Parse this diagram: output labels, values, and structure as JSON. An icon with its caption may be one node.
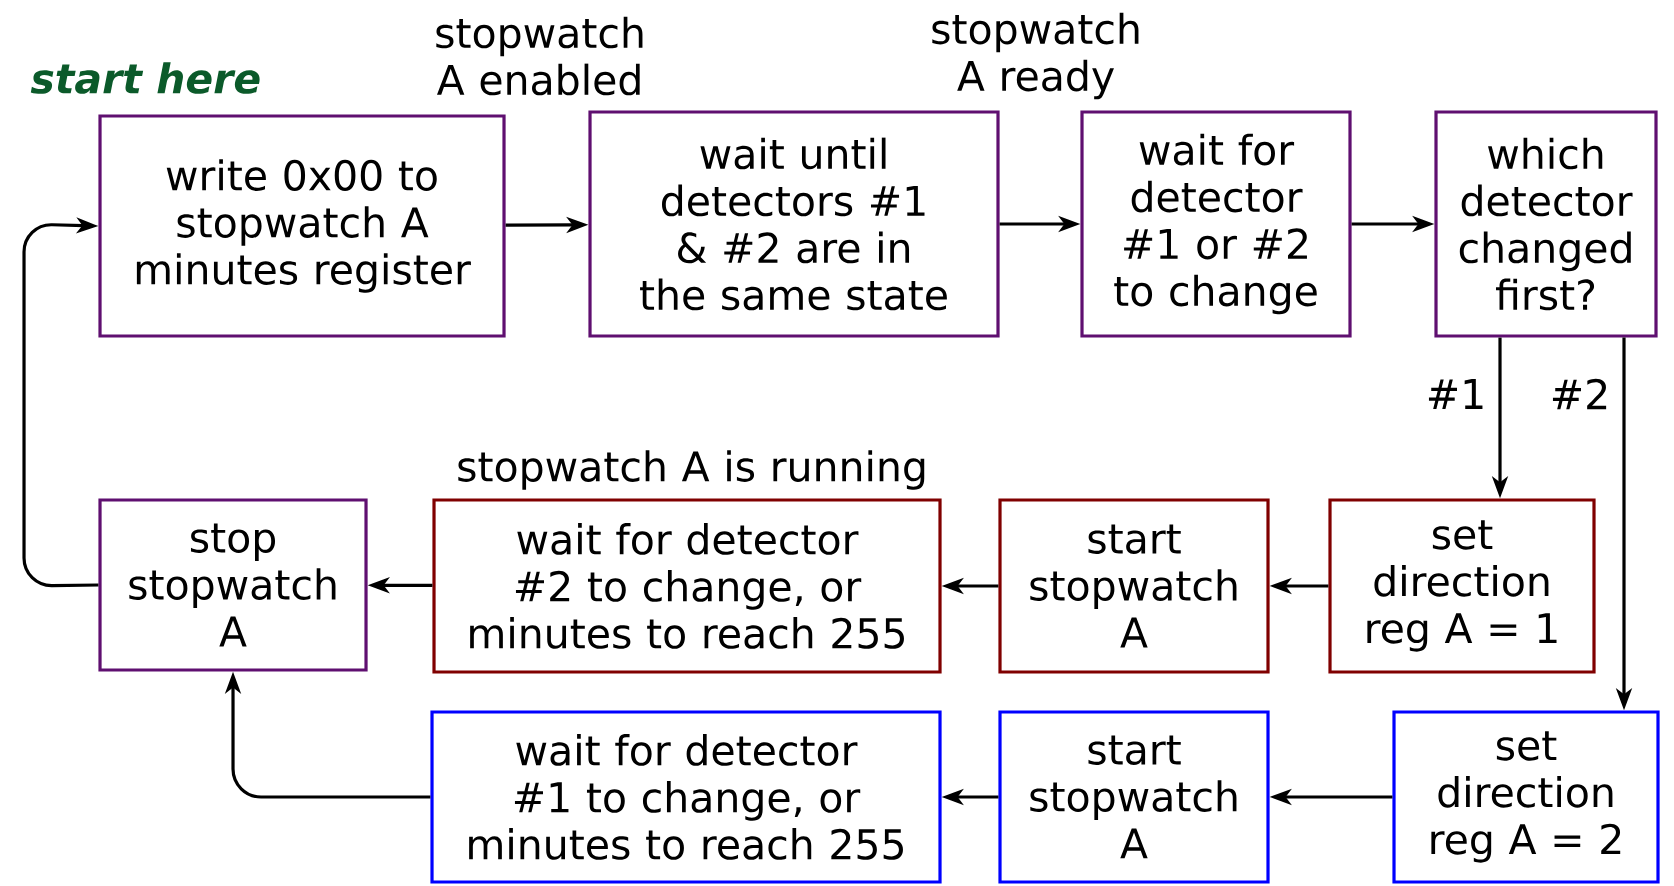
{
  "diagram": {
    "nodes": [
      {
        "text": [
          "write 0x00 to stopwatch A minutes register"
        ]
      },
      {
        "text": [
          "wait until detectors #1 & #2 are in the same state"
        ]
      },
      {
        "text": [
          "wait for detector #1 or #2 to change"
        ]
      },
      {
        "text": [
          "which detector changed first?"
        ]
      },
      {
        "text": [
          "stop stopwatch A"
        ]
      },
      {
        "text": [
          "wait for detector #2 to change, or minutes to reach 255"
        ]
      },
      {
        "text": [
          "start stopwatch A"
        ]
      },
      {
        "text": [
          "set direction reg A = 1"
        ]
      },
      {
        "text": [
          "set direction reg A = 2"
        ]
      },
      {
        "text": [
          "start stopwatch A"
        ]
      },
      {
        "text": [
          "wait for detector #1 to change, or minutes to reach 255"
        ]
      }
    ],
    "edges": [
      {
        "from": 0,
        "to": 1,
        "arrow": "to"
      },
      {
        "from": 1,
        "to": 2,
        "arrow": "to"
      },
      {
        "from": 2,
        "to": 3,
        "arrow": "to"
      },
      {
        "from": 3,
        "to": 7,
        "arrow": "to",
        "label": "#1"
      },
      {
        "from": 3,
        "to": 8,
        "arrow": "to",
        "label": "#2"
      },
      {
        "from": 7,
        "to": 6,
        "arrow": "to"
      },
      {
        "from": 6,
        "to": 5,
        "arrow": "to"
      },
      {
        "from": 5,
        "to": 4,
        "arrow": "to"
      },
      {
        "from": 4,
        "to": 0,
        "arrow": "to"
      },
      {
        "from": 8,
        "to": 9,
        "arrow": "to"
      },
      {
        "from": 9,
        "to": 10,
        "arrow": "to"
      },
      {
        "from": 10,
        "to": 4,
        "arrow": "to"
      }
    ],
    "labels": [
      "start here",
      "stopwatch A enabled",
      "stopwatch A ready",
      "stopwatch A is running"
    ]
  }
}
